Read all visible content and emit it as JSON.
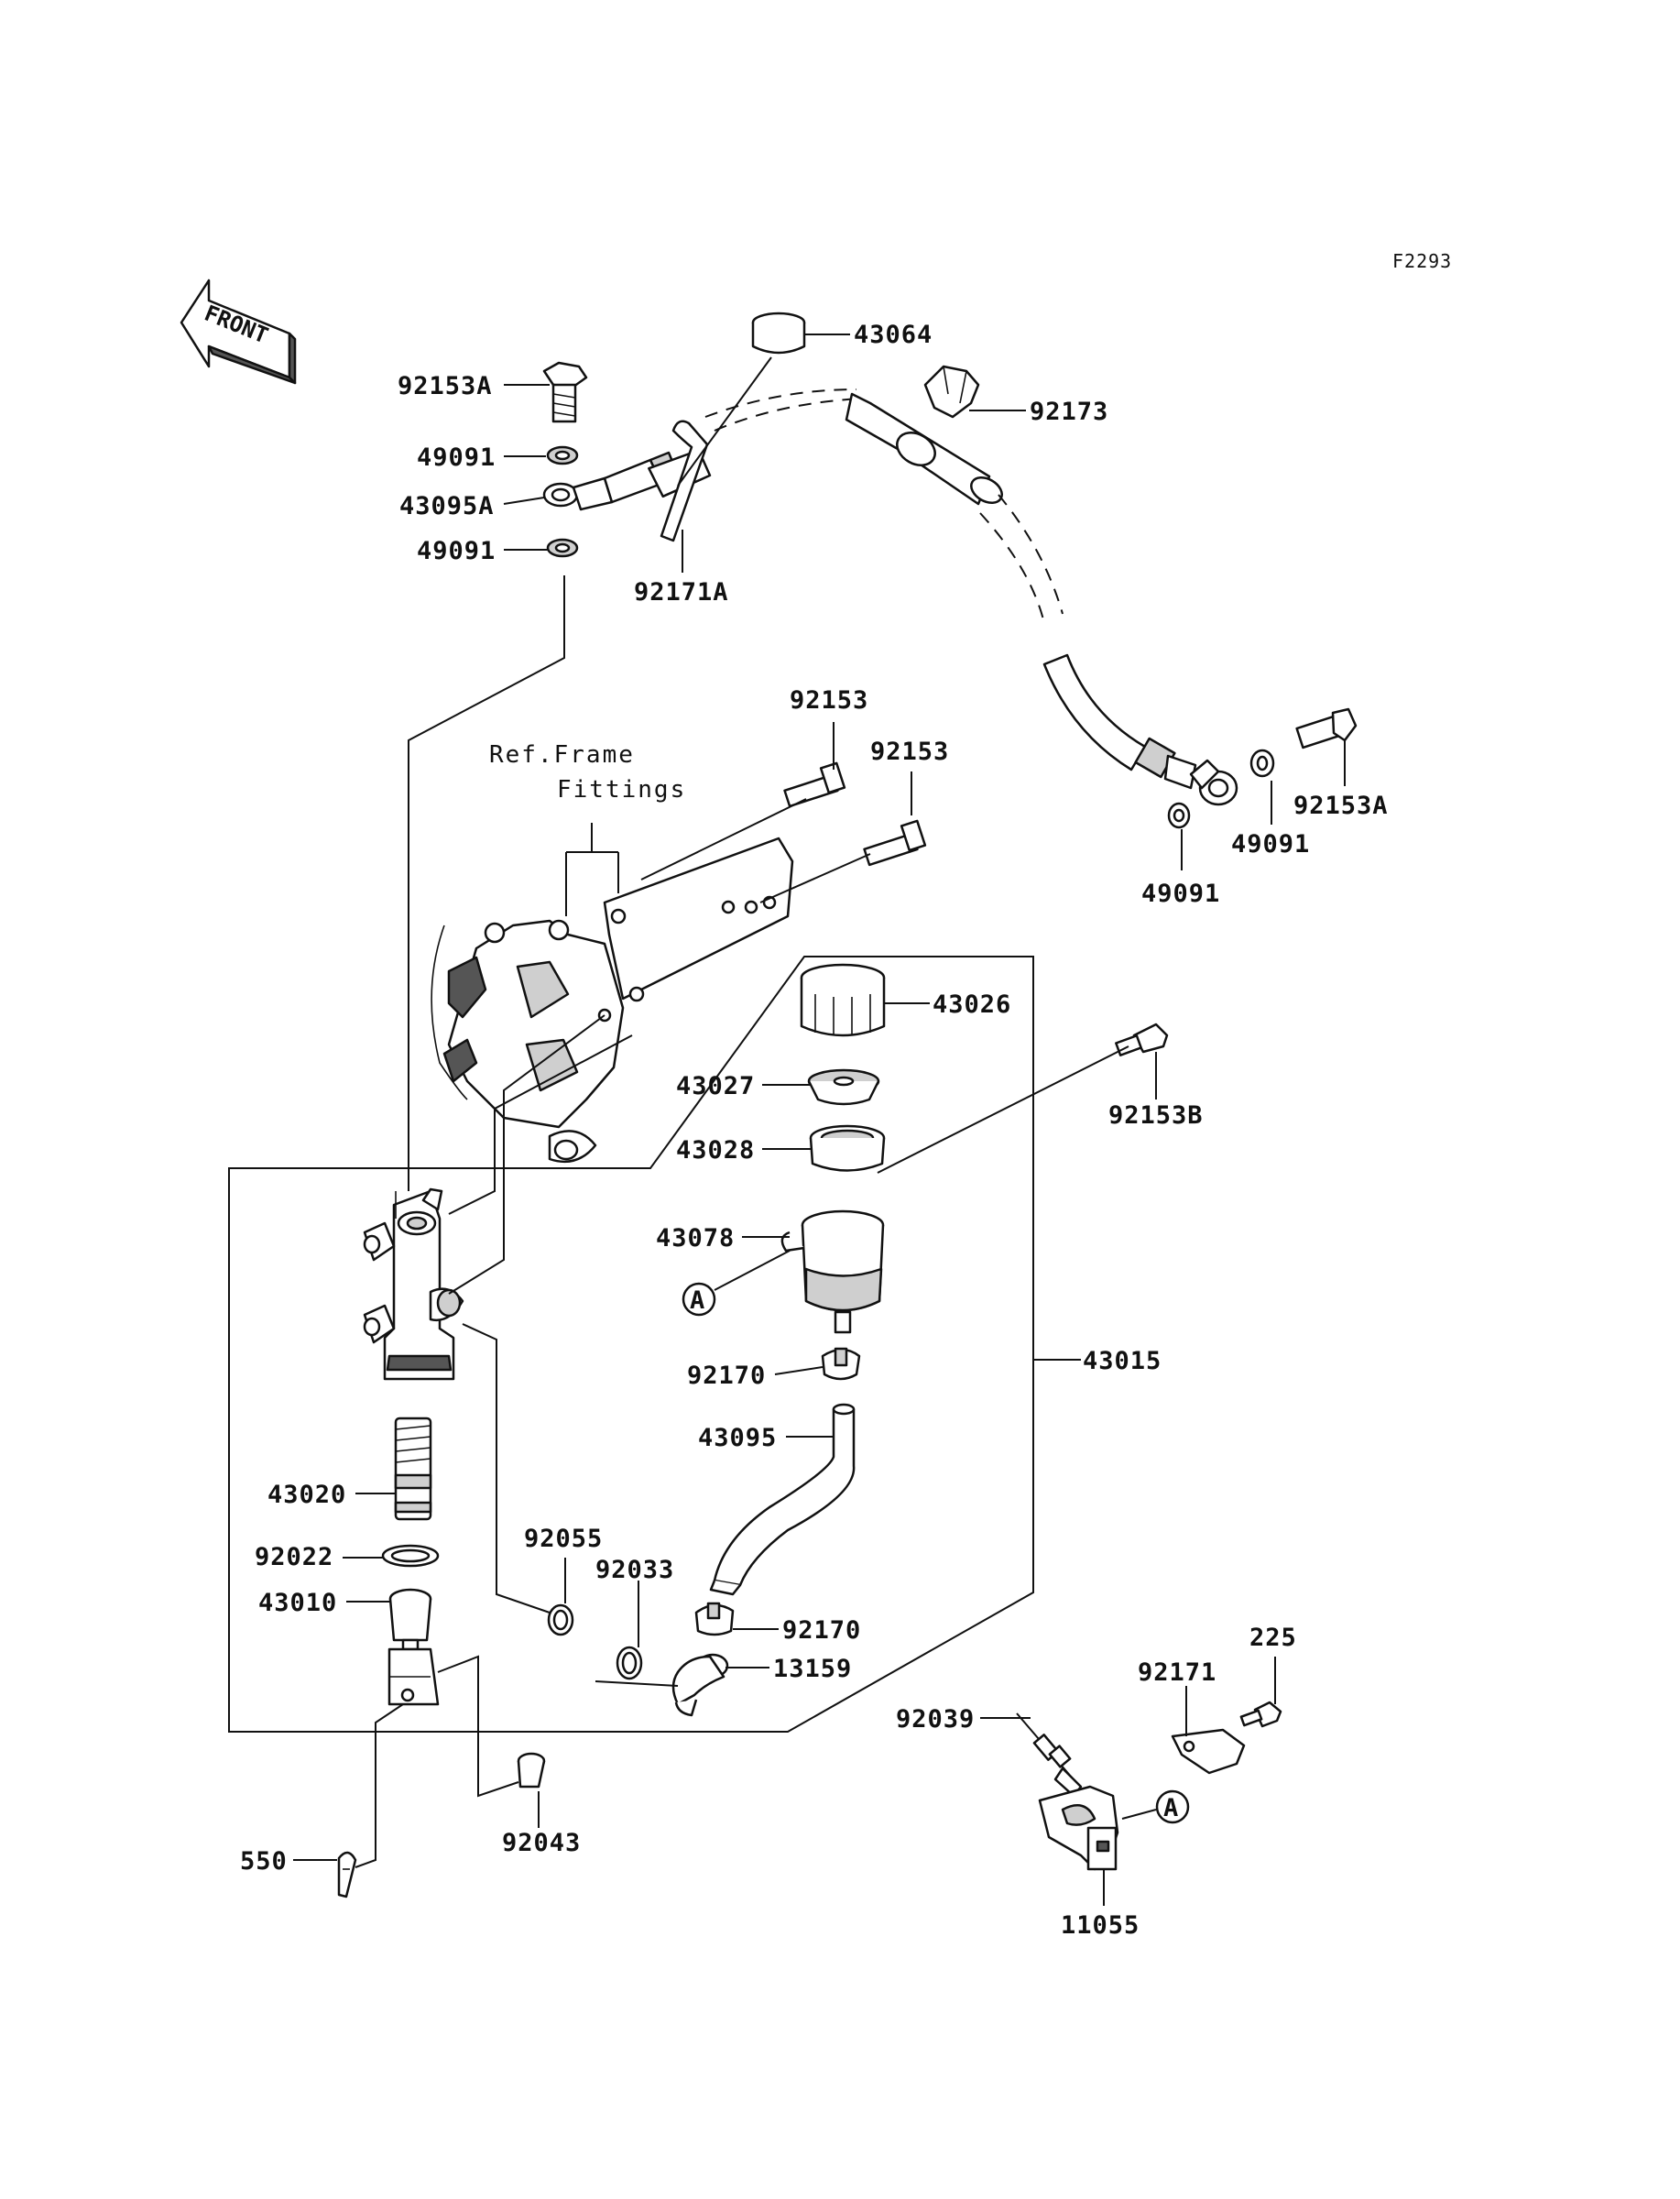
{
  "figure_code": "F2293",
  "front_label": "FRONT",
  "ref_note": [
    "Ref.Frame",
    "Fittings"
  ],
  "circle_marker": "A",
  "callouts": [
    {
      "id": "43064",
      "text": "43064"
    },
    {
      "id": "92173",
      "text": "92173"
    },
    {
      "id": "92153A-top",
      "text": "92153A"
    },
    {
      "id": "49091-1",
      "text": "49091"
    },
    {
      "id": "43095A",
      "text": "43095A"
    },
    {
      "id": "49091-2",
      "text": "49091"
    },
    {
      "id": "92171A",
      "text": "92171A"
    },
    {
      "id": "92153-1",
      "text": "92153"
    },
    {
      "id": "92153-2",
      "text": "92153"
    },
    {
      "id": "92153A-right",
      "text": "92153A"
    },
    {
      "id": "49091-3",
      "text": "49091"
    },
    {
      "id": "49091-4",
      "text": "49091"
    },
    {
      "id": "43026",
      "text": "43026"
    },
    {
      "id": "43027",
      "text": "43027"
    },
    {
      "id": "92153B",
      "text": "92153B"
    },
    {
      "id": "43028",
      "text": "43028"
    },
    {
      "id": "43078",
      "text": "43078"
    },
    {
      "id": "43015",
      "text": "43015"
    },
    {
      "id": "92170-1",
      "text": "92170"
    },
    {
      "id": "43095",
      "text": "43095"
    },
    {
      "id": "43020",
      "text": "43020"
    },
    {
      "id": "92055",
      "text": "92055"
    },
    {
      "id": "92022",
      "text": "92022"
    },
    {
      "id": "92033",
      "text": "92033"
    },
    {
      "id": "43010",
      "text": "43010"
    },
    {
      "id": "92170-2",
      "text": "92170"
    },
    {
      "id": "225",
      "text": "225"
    },
    {
      "id": "13159",
      "text": "13159"
    },
    {
      "id": "92171",
      "text": "92171"
    },
    {
      "id": "92039",
      "text": "92039"
    },
    {
      "id": "92043",
      "text": "92043"
    },
    {
      "id": "550",
      "text": "550"
    },
    {
      "id": "11055",
      "text": "11055"
    }
  ]
}
